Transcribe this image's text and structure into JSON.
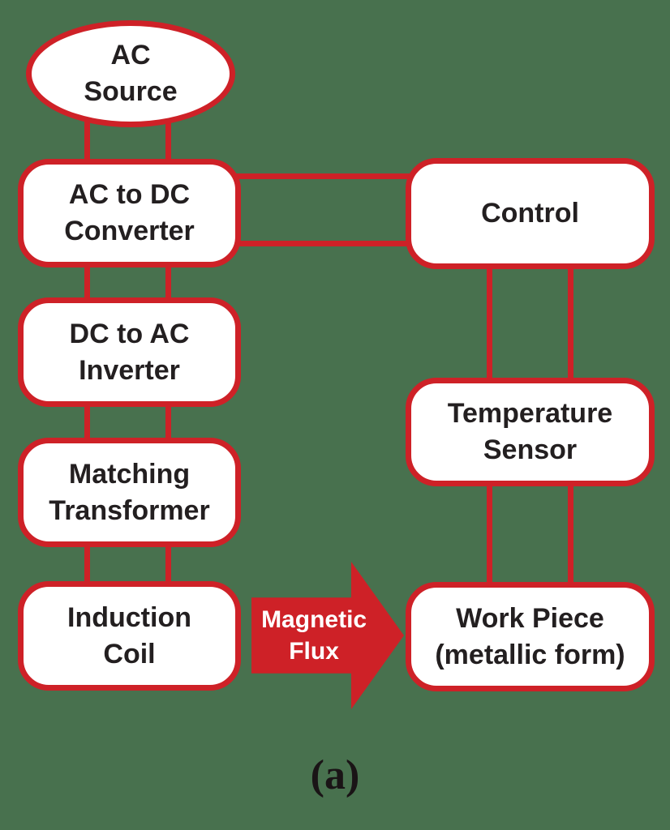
{
  "colors": {
    "background": "#48714e",
    "line_red": "#ce2127",
    "node_fill": "#ffffff",
    "node_text": "#231f20",
    "arrow_fill": "#ce2127",
    "arrow_text": "#ffffff",
    "caption_text": "#1a1416"
  },
  "diagram": {
    "nodes": {
      "ac_source": {
        "lines": [
          "AC",
          "Source"
        ]
      },
      "converter": {
        "lines": [
          "AC to DC",
          "Converter"
        ]
      },
      "inverter": {
        "lines": [
          "DC to AC",
          "Inverter"
        ]
      },
      "transformer": {
        "lines": [
          "Matching",
          "Transformer"
        ]
      },
      "coil": {
        "lines": [
          "Induction",
          "Coil"
        ]
      },
      "control": {
        "lines": [
          "Control"
        ]
      },
      "sensor": {
        "lines": [
          "Temperature",
          "Sensor"
        ]
      },
      "workpiece": {
        "lines": [
          "Work Piece",
          "(metallic form)"
        ]
      }
    },
    "arrow": {
      "lines": [
        "Magnetic",
        "Flux"
      ]
    },
    "caption": "(a)"
  }
}
